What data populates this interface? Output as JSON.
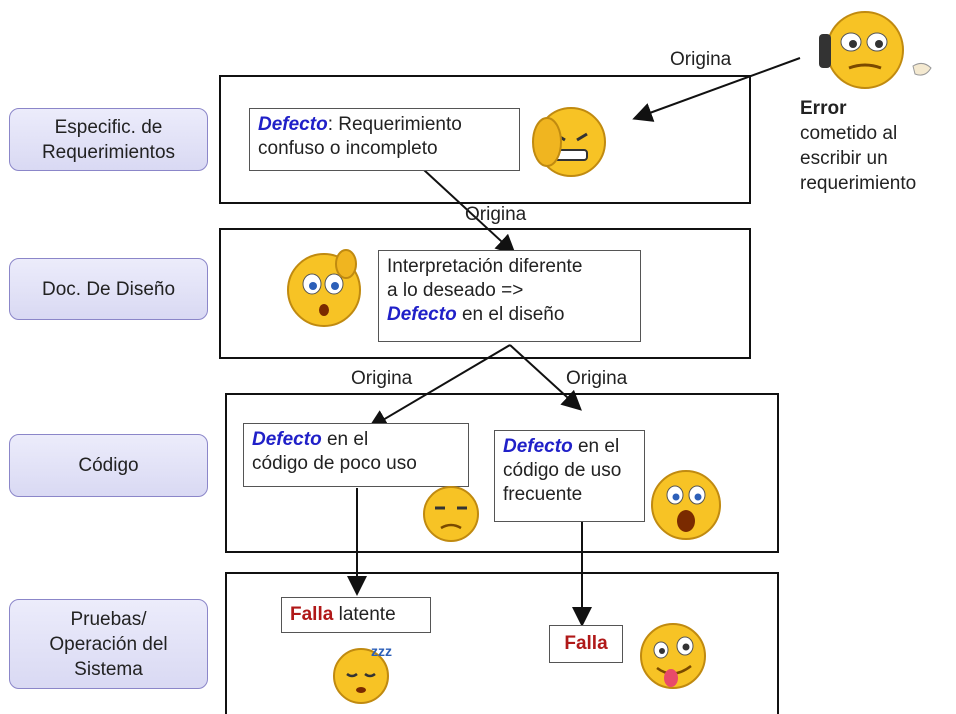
{
  "stages": [
    {
      "label_line1": "Especific. de",
      "label_line2": "Requerimientos"
    },
    {
      "label_line1": "Doc. De Diseño",
      "label_line2": ""
    },
    {
      "label_line1": "Código",
      "label_line2": ""
    },
    {
      "label_line1": "Pruebas/",
      "label_line2": "Operación del",
      "label_line3": "Sistema"
    }
  ],
  "error_note": {
    "title": "Error",
    "line1": "cometido al",
    "line2": "escribir un",
    "line3": "requerimiento"
  },
  "arrow_labels": {
    "top": "Origina",
    "req_to_design": "Origina",
    "design_left": "Origina",
    "design_right": "Origina"
  },
  "notes": {
    "req": {
      "bold": "Defecto",
      "rest1": ": Requerimiento",
      "line2": "confuso o incompleto"
    },
    "design": {
      "line1": "Interpretación diferente",
      "line2": "a lo deseado =>",
      "bold": "Defecto",
      "rest3": " en el diseño"
    },
    "code_left": {
      "bold": "Defecto",
      "rest1": " en el",
      "line2": "código de poco uso"
    },
    "code_right": {
      "bold": "Defecto",
      "rest1": " en el",
      "line2": "código de uso",
      "line3": "frecuente"
    },
    "test_left": {
      "bold": "Falla",
      "rest": " latente"
    },
    "test_right": {
      "bold": "Falla"
    }
  },
  "colors": {
    "defect_blue": "#2020c8",
    "failure_red": "#b01818",
    "label_border": "#8b86c9"
  },
  "icons": [
    "phone-emoji-icon",
    "frustrated-emoji-icon",
    "confused-emoji-icon",
    "unamused-emoji-icon",
    "surprised-emoji-icon",
    "sleeping-emoji-icon",
    "silly-emoji-icon"
  ]
}
